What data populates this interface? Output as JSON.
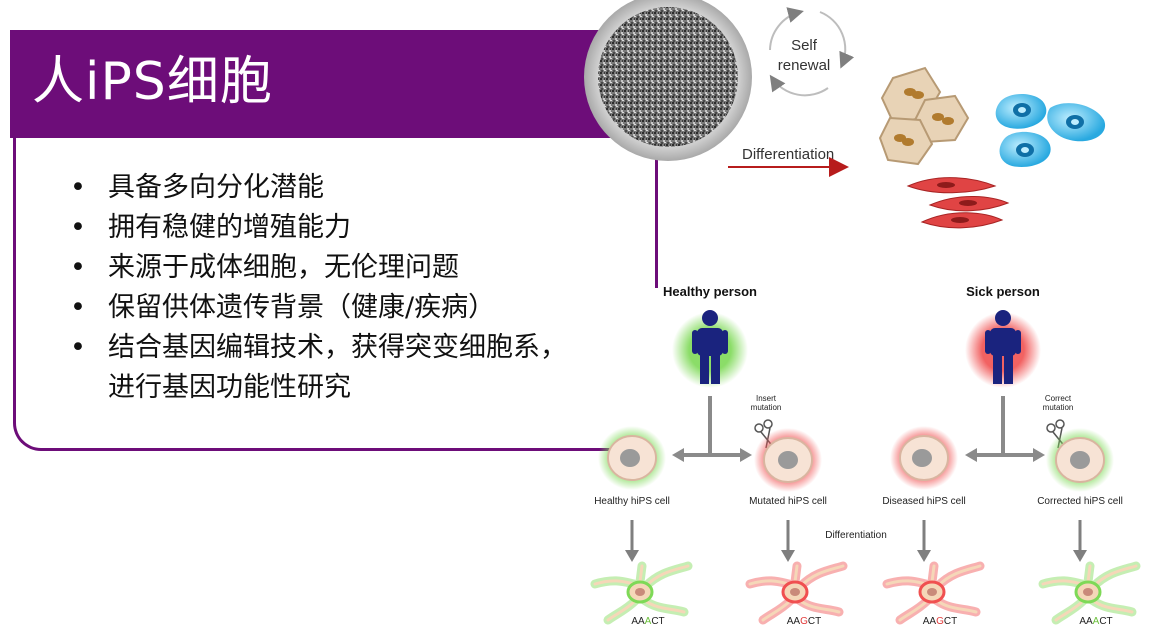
{
  "slide": {
    "title": "人iPS细胞",
    "bullets": [
      "具备多向分化潜能",
      "拥有稳健的增殖能力",
      "来源于成体细胞，无伦理问题",
      "保留供体遗传背景（健康/疾病）",
      "结合基因编辑技术，获得突变细胞系，",
      "进行基因功能性研究"
    ]
  },
  "top_diagram": {
    "self_renewal_line1": "Self",
    "self_renewal_line2": "renewal",
    "differentiation": "Differentiation"
  },
  "bottom_diagram": {
    "healthy_person": "Healthy person",
    "sick_person": "Sick person",
    "insert_line1": "Insert",
    "insert_line2": "mutation",
    "correct_line1": "Correct",
    "correct_line2": "mutation",
    "cell_labels": [
      "Healthy hiPS cell",
      "Mutated hiPS cell",
      "Diseased hiPS cell",
      "Corrected hiPS cell"
    ],
    "differentiation": "Differentiation",
    "sequences": [
      {
        "pre": "AA",
        "mid": "A",
        "post": "CT",
        "mid_color": "#6abf3a"
      },
      {
        "pre": "AA",
        "mid": "G",
        "post": "CT",
        "mid_color": "#e23a3a"
      },
      {
        "pre": "AA",
        "mid": "G",
        "post": "CT",
        "mid_color": "#e23a3a"
      },
      {
        "pre": "AA",
        "mid": "A",
        "post": "CT",
        "mid_color": "#6abf3a"
      }
    ]
  },
  "colors": {
    "purple": "#6d0d79",
    "healthy_glow": "#7ed957",
    "sick_glow": "#f05050",
    "person": "#1a237e",
    "arrow_gray": "#7f7f7f",
    "diff_arrow": "#b71c1c"
  }
}
